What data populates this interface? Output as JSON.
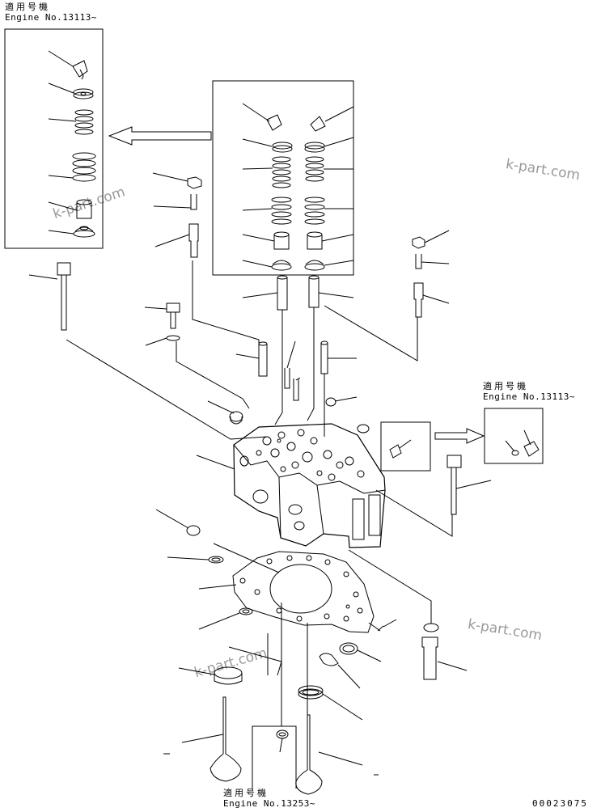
{
  "labels": {
    "top_left": {
      "jp": "適用号機",
      "en": "Engine No.13113~"
    },
    "right": {
      "jp": "適用号機",
      "en": "Engine No.13113~"
    },
    "bottom": {
      "jp": "適用号機",
      "en": "Engine No.13253~"
    }
  },
  "watermarks": [
    "k-part.com",
    "k-part.com",
    "k-part.com",
    "k-part.com"
  ],
  "drawing_code": "00023075"
}
